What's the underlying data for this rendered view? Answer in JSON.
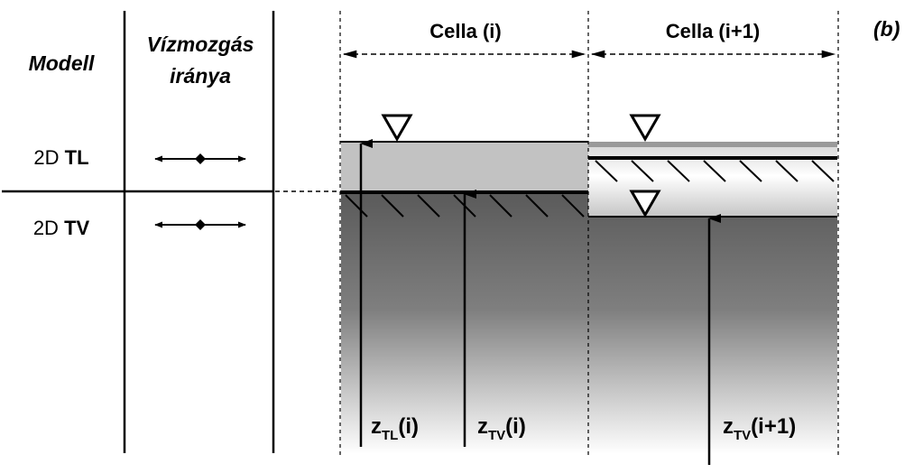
{
  "panel_label": "(b)",
  "table": {
    "col_model": "Modell",
    "col_direction_line1": "Vízmozgás",
    "col_direction_line2": "iránya",
    "rows": [
      {
        "prefix": "2D ",
        "model": "TL"
      },
      {
        "prefix": "2D ",
        "model": "TV"
      }
    ]
  },
  "cells": {
    "left": "Cella (i)",
    "right": "Cella (i+1)"
  },
  "heights": [
    {
      "base": "z",
      "sub": "TL",
      "suffix": "(i)"
    },
    {
      "base": "z",
      "sub": "TV",
      "suffix": "(i)"
    },
    {
      "base": "z",
      "sub": "TV",
      "suffix": "(i+1)"
    }
  ]
}
